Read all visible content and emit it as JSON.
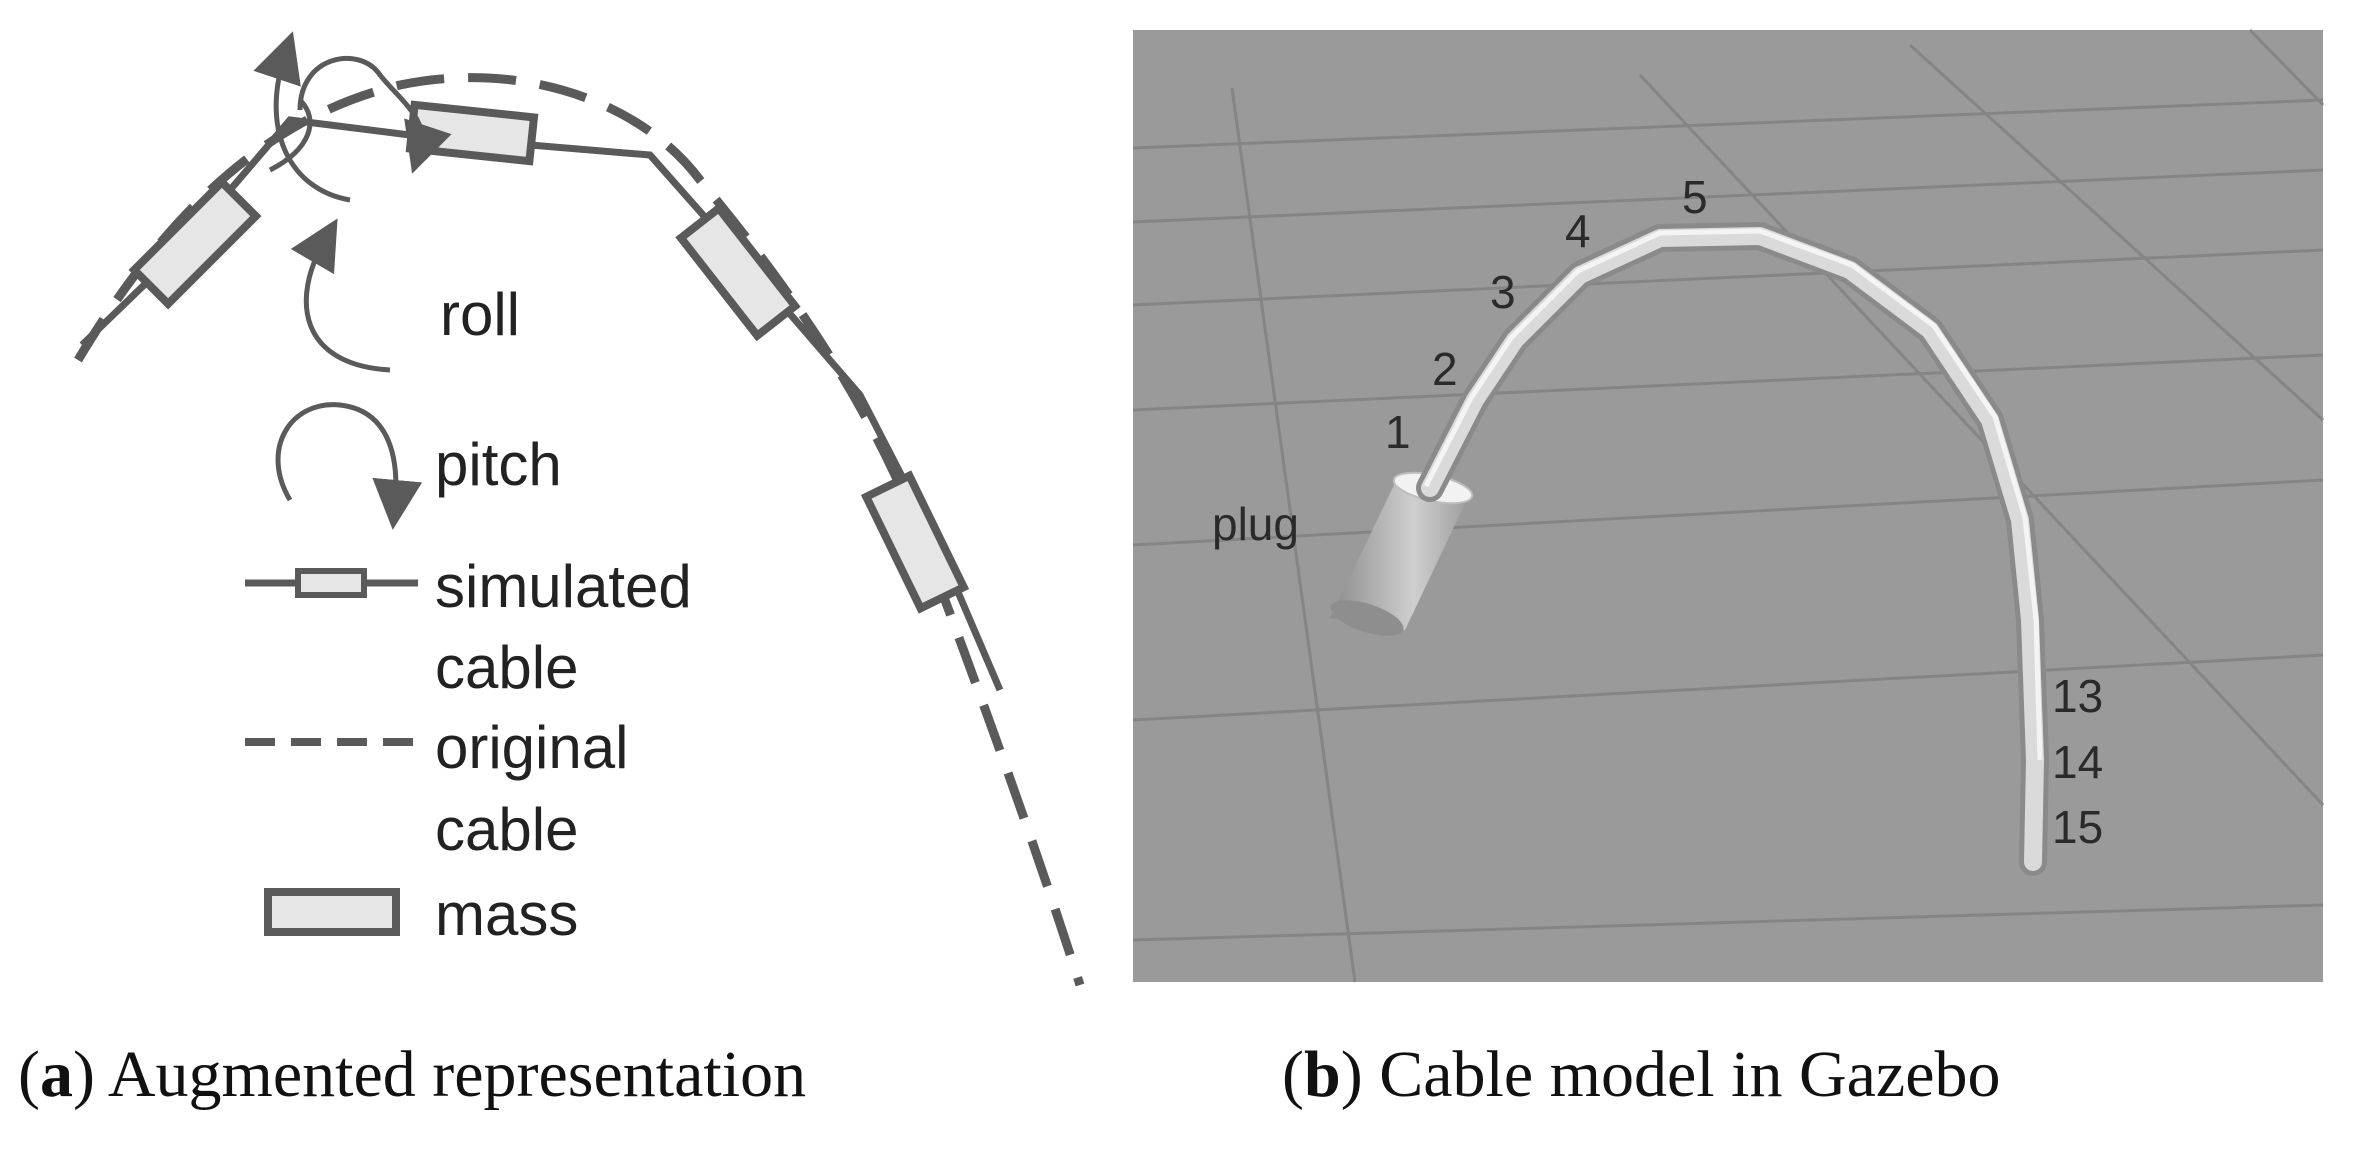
{
  "panel_a": {
    "legend": {
      "roll": "roll",
      "pitch": "pitch",
      "simulated_line1": "simulated",
      "simulated_line2": "cable",
      "original_line1": "original",
      "original_line2": "cable",
      "mass": "mass"
    },
    "caption": {
      "letter": "a",
      "text": "Augmented representation"
    }
  },
  "panel_b": {
    "labels": {
      "plug": "plug",
      "seg1": "1",
      "seg2": "2",
      "seg3": "3",
      "seg4": "4",
      "seg5": "5",
      "seg13": "13",
      "seg14": "14",
      "seg15": "15"
    },
    "caption": {
      "letter": "b",
      "text": "Cable model in Gazebo"
    }
  },
  "colors": {
    "line": "#5a5a5a",
    "mass_fill": "#e6e6e6",
    "floor": "#9a9a9a",
    "grid": "#858585",
    "cable": "#d8d8d8",
    "label": "#2a2a2a"
  }
}
